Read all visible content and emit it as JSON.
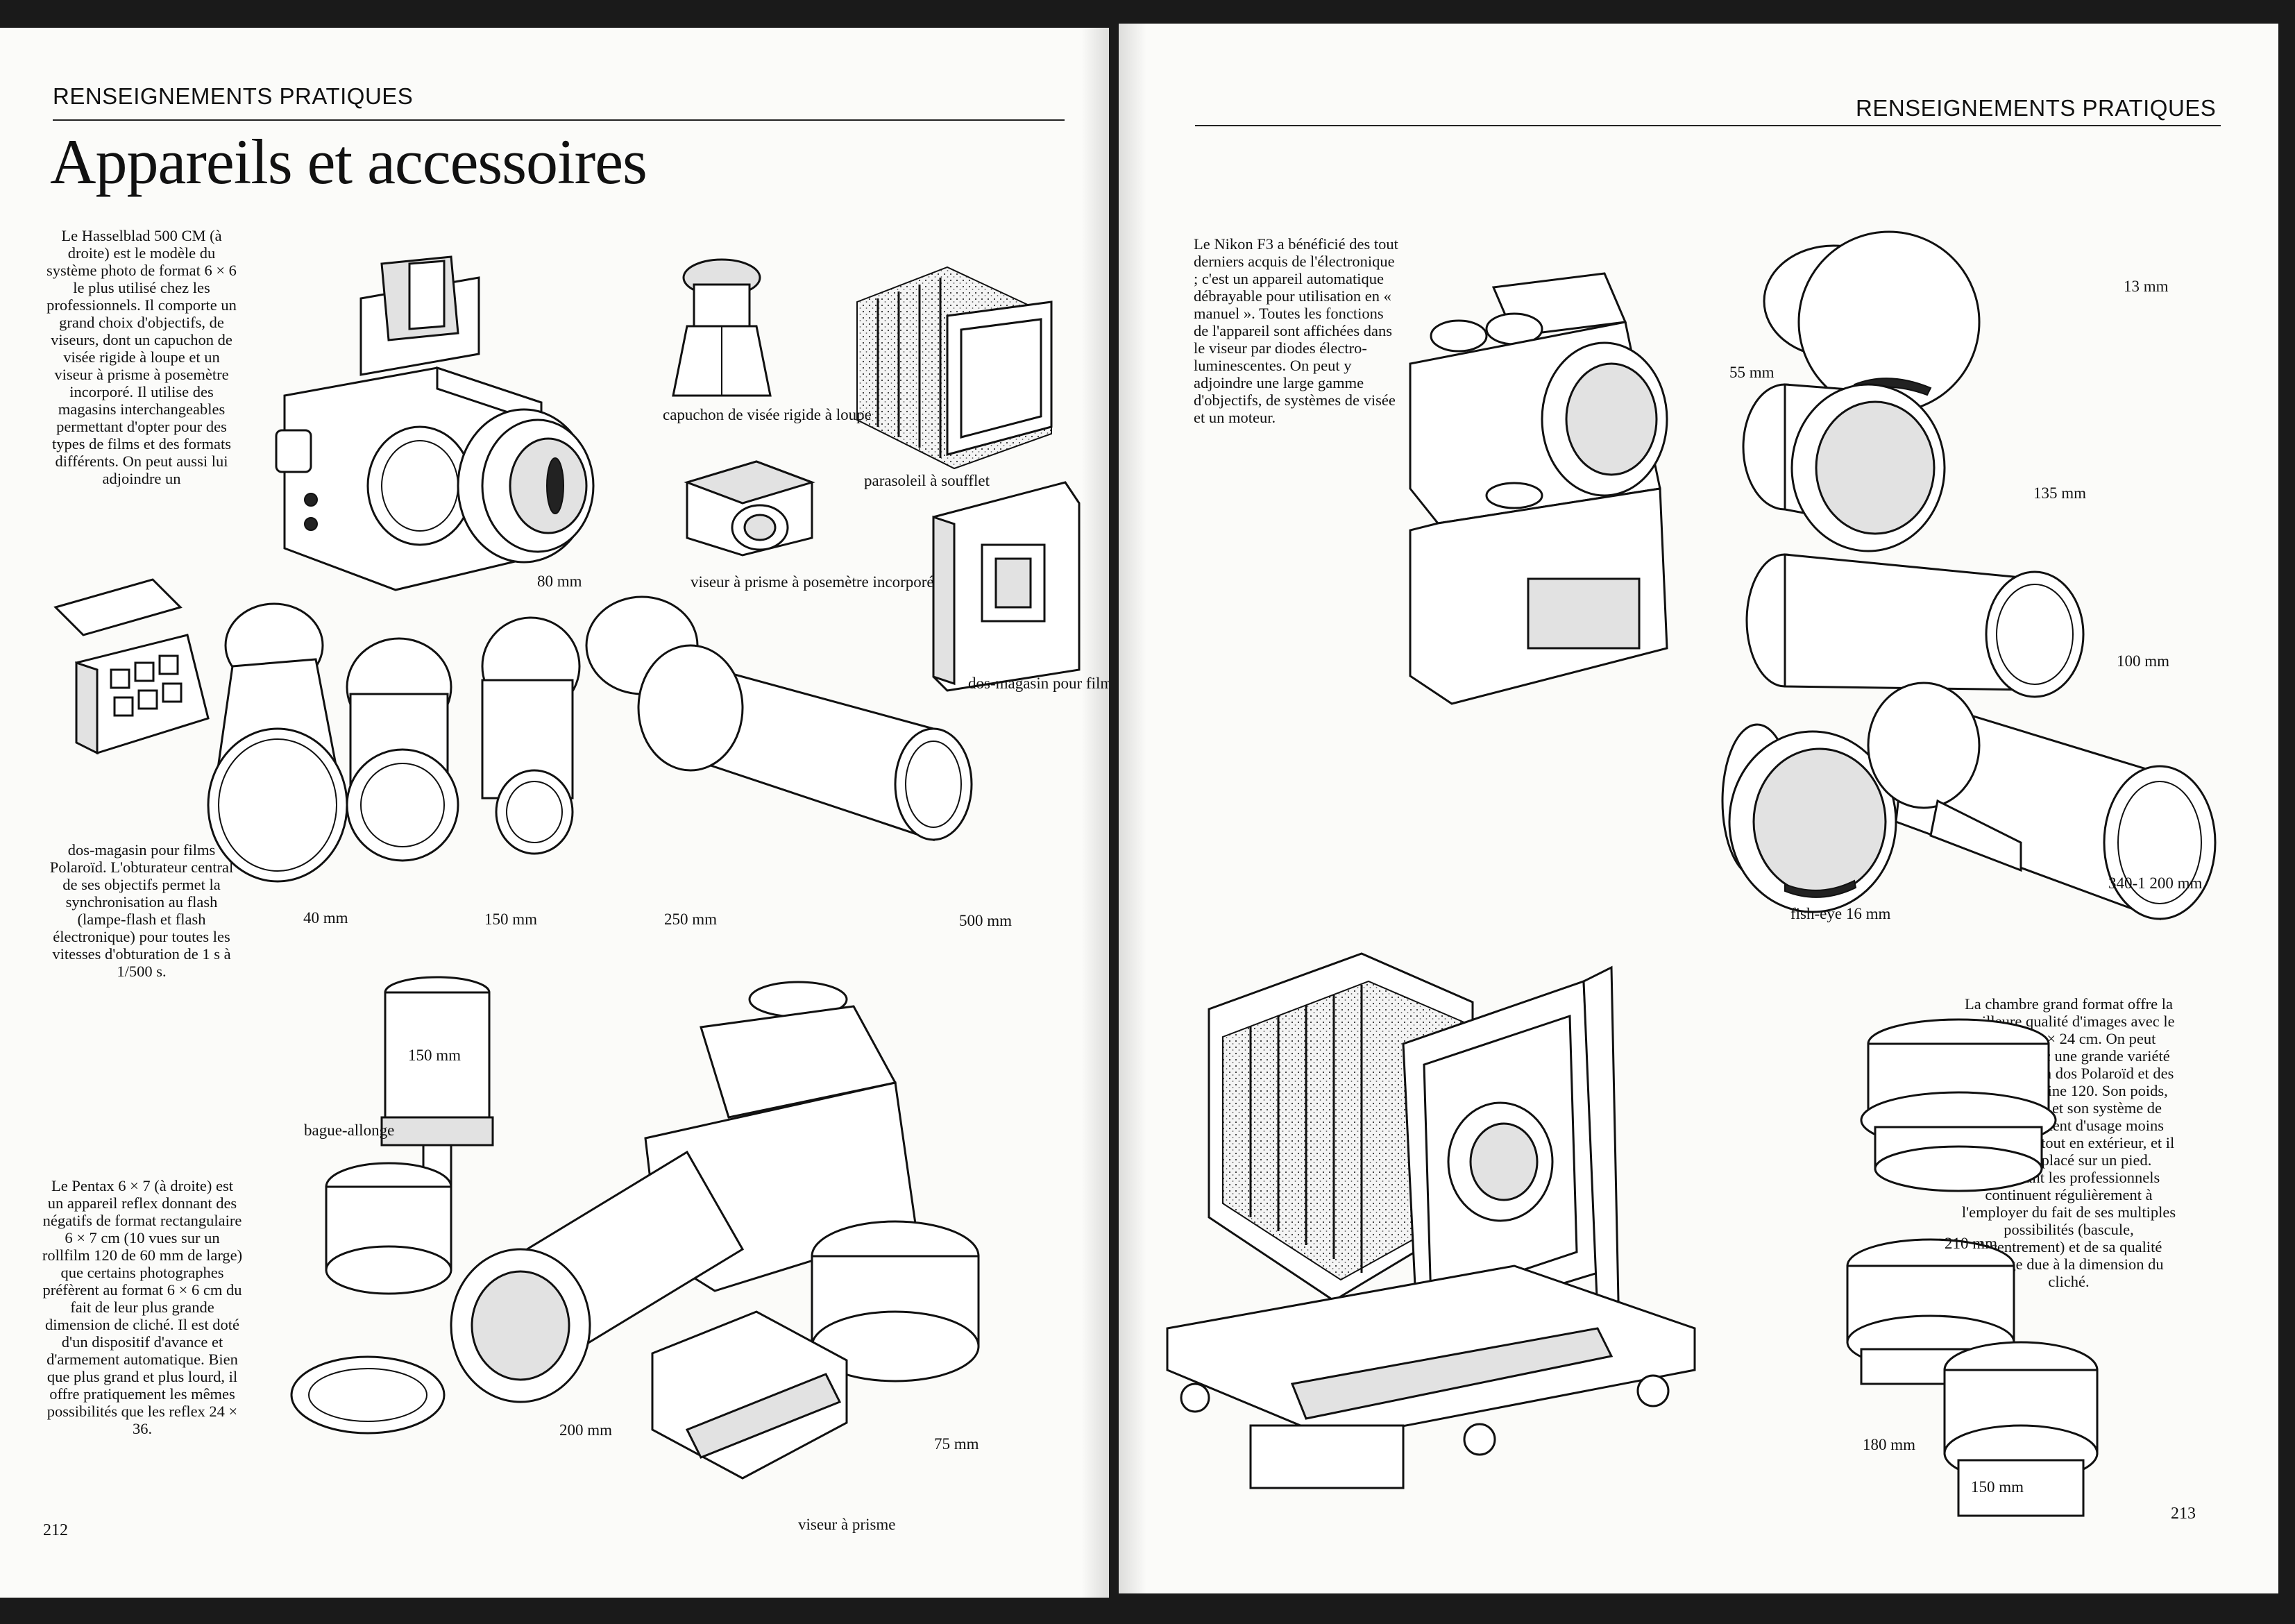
{
  "left_page": {
    "section_label": "RENSEIGNEMENTS PRATIQUES",
    "title": "Appareils et accessoires",
    "hasselblad_text_1": "Le Hasselblad 500 CM (à droite) est le modèle du système photo de format 6 × 6 le plus utilisé chez les professionnels. Il comporte un grand choix d'objectifs, de viseurs, dont un capuchon de visée rigide à loupe et un viseur à prisme à posemètre incorporé. Il utilise des magasins interchangeables permettant d'opter pour des types de films et des formats différents. On peut aussi lui adjoindre un",
    "hasselblad_text_2": "dos-magasin pour films Polaroïd. L'obturateur central de ses objectifs permet la synchronisation au flash (lampe-flash et flash électronique) pour toutes les vitesses d'obturation de 1 s à 1/500 s.",
    "pentax_text": "Le Pentax 6 × 7 (à droite) est un appareil reflex donnant des négatifs de format rectangulaire 6 × 7 cm (10 vues sur un rollfilm 120 de 60 mm de large) que certains photographes préfèrent au format 6 × 6 cm du fait de leur plus grande dimension de cliché. Il est doté d'un dispositif d'avance et d'armement automatique. Bien que plus grand et plus lourd, il offre pratiquement les mêmes possibilités que les reflex 24 × 36.",
    "captions": {
      "capuchon": "capuchon de visée rigide à loupe",
      "parasoleil": "parasoleil à soufflet",
      "lens_80": "80 mm",
      "viseur_prisme_posemetre": "viseur à prisme à posemètre incorporé",
      "dos_magasin": "dos-magasin pour film Polaroïd",
      "lens_40": "40 mm",
      "lens_150": "150 mm",
      "lens_250": "250 mm",
      "lens_500": "500 mm",
      "pentax_150": "150 mm",
      "bague_allonge": "bague-allonge",
      "pentax_200": "200 mm",
      "pentax_75": "75 mm",
      "viseur_prisme": "viseur à prisme"
    },
    "page_number": "212"
  },
  "right_page": {
    "section_label": "RENSEIGNEMENTS PRATIQUES",
    "nikon_text": "Le Nikon F3 a bénéficié des tout derniers acquis de l'électronique ; c'est un appareil automatique débrayable pour utilisation en « manuel ». Toutes les fonctions de l'appareil sont affichées dans le viseur par diodes électro-luminescentes. On peut y adjoindre une large gamme d'objectifs, de systèmes de visée et un moteur.",
    "chambre_text": "La chambre grand format offre la meilleure qualité d'images avec le format 18 × 24 cm. On peut l'utiliser avec une grande variété d'objectifs, un dos Polaroïd et des films en bobine 120. Son poids, son volume et son système de visée le rendent d'usage moins pratique, surtout en extérieur, et il doit être placé sur un pied. Cependant les professionnels continuent régulièrement à l'employer du fait de ses multiples possibilités (bascule, décentrement) et de sa qualité d'image due à la dimension du cliché.",
    "captions": {
      "lens_55": "55 mm",
      "lens_13": "13 mm",
      "lens_135": "135 mm",
      "lens_100": "100 mm",
      "fisheye": "fish-eye 16 mm",
      "lens_340": "340-1 200 mm",
      "lens_210": "210 mm",
      "lens_180": "180 mm",
      "lens_150": "150 mm"
    },
    "page_number": "213"
  }
}
